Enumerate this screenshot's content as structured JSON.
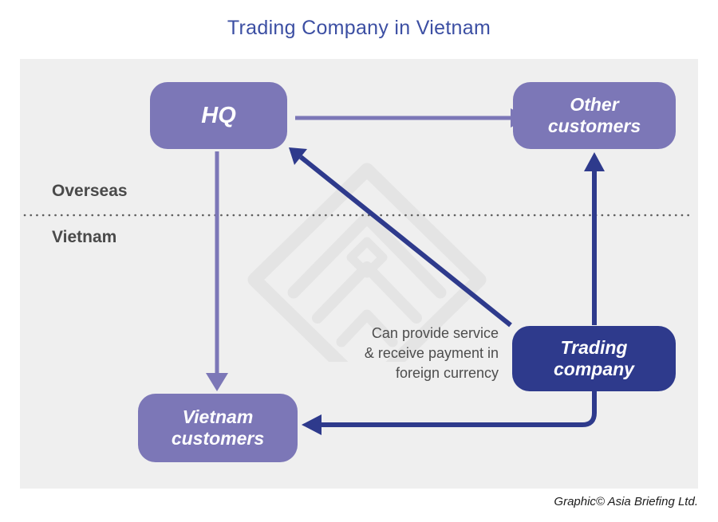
{
  "title": "Trading Company in Vietnam",
  "zones": {
    "overseas": "Overseas",
    "vietnam": "Vietnam"
  },
  "nodes": {
    "hq": {
      "label": "HQ"
    },
    "other_customers": {
      "line1": "Other",
      "line2": "customers"
    },
    "trading_company": {
      "line1": "Trading",
      "line2": "company"
    },
    "vietnam_customers": {
      "line1": "Vietnam",
      "line2": "customers"
    }
  },
  "note": {
    "line1": "Can provide service",
    "line2": "& receive payment in",
    "line3": "foreign currency"
  },
  "credit": "Graphic© Asia Briefing Ltd.",
  "colors": {
    "node_purple": "#7c77b7",
    "node_dark_blue": "#2e3a8c",
    "panel_background": "#efefef",
    "title_blue": "#3c4fa3",
    "label_gray": "#4a4a4a",
    "watermark_gray": "#e4e4e4"
  }
}
